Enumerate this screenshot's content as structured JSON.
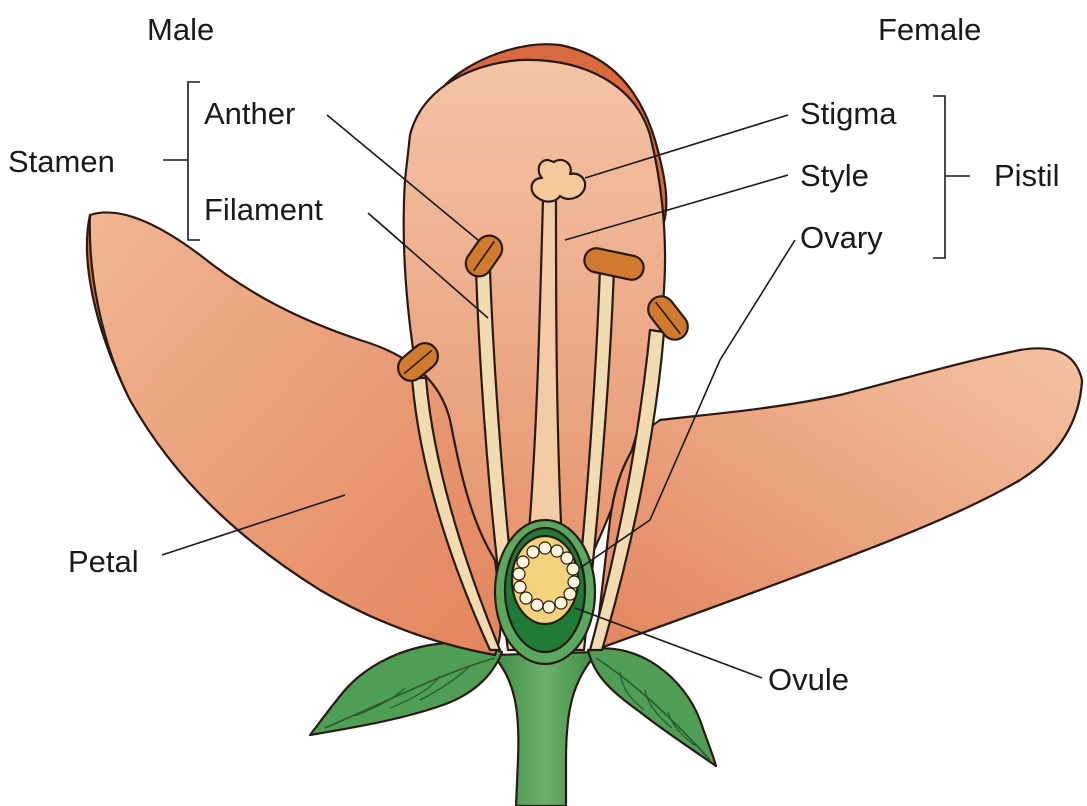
{
  "headings": {
    "male": "Male",
    "female": "Female"
  },
  "labels": {
    "stamen": "Stamen",
    "anther": "Anther",
    "filament": "Filament",
    "stigma": "Stigma",
    "style": "Style",
    "ovary": "Ovary",
    "pistil": "Pistil",
    "petal": "Petal",
    "ovule": "Ovule"
  },
  "colors": {
    "petal_light": "#f2bd9b",
    "petal_mid": "#e7926c",
    "petal_dark": "#d9693f",
    "anther": "#d07a2e",
    "filament": "#f0dcb0",
    "stigma": "#f3c99b",
    "ovary_outer": "#4e9a54",
    "ovary_dark": "#1f7a35",
    "ovary_inner": "#f2d27a",
    "ovule": "#fff6dc",
    "leaf": "#3f8f4a",
    "leaf_light": "#7cc07a",
    "stem": "#4c9a52"
  }
}
